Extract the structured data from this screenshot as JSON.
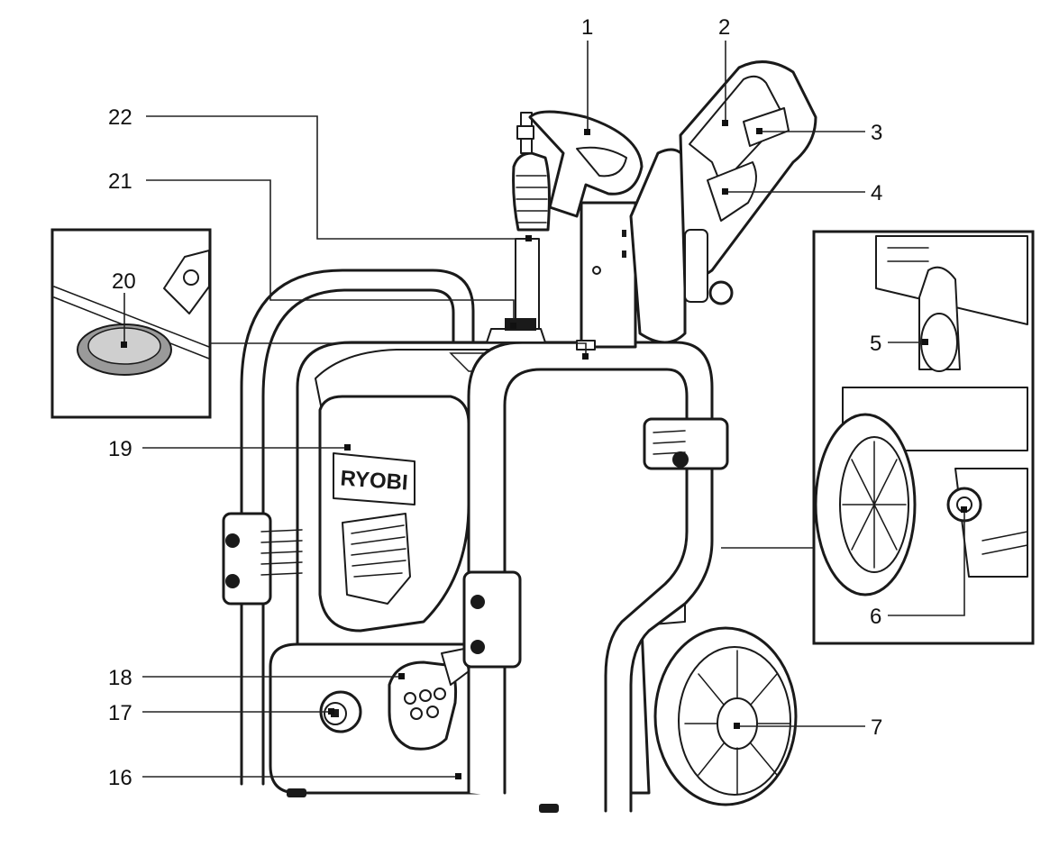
{
  "brand": {
    "logo_text": "RYOBI"
  },
  "callouts": [
    {
      "id": "1",
      "label": "1"
    },
    {
      "id": "2",
      "label": "2"
    },
    {
      "id": "3",
      "label": "3"
    },
    {
      "id": "4",
      "label": "4"
    },
    {
      "id": "5",
      "label": "5"
    },
    {
      "id": "6",
      "label": "6"
    },
    {
      "id": "7",
      "label": "7"
    },
    {
      "id": "16",
      "label": "16"
    },
    {
      "id": "17",
      "label": "17"
    },
    {
      "id": "18",
      "label": "18"
    },
    {
      "id": "19",
      "label": "19"
    },
    {
      "id": "20",
      "label": "20"
    },
    {
      "id": "21",
      "label": "21"
    },
    {
      "id": "22",
      "label": "22"
    }
  ],
  "colors": {
    "line": "#1a1a1a",
    "background": "#ffffff",
    "accent_grey": "#9a9a9a"
  }
}
